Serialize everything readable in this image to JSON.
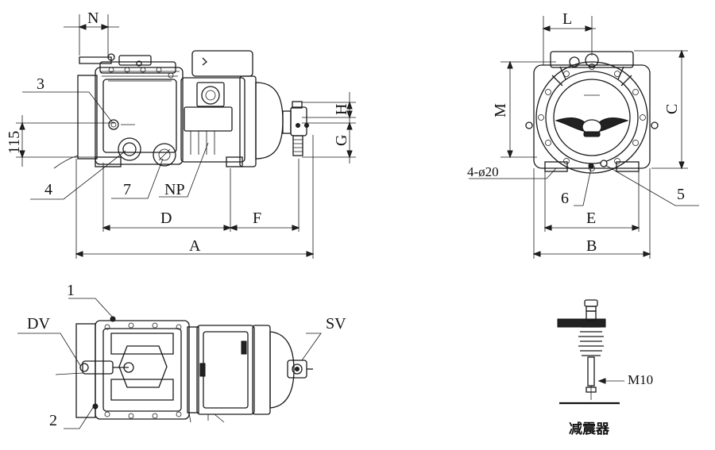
{
  "labels": {
    "N": "N",
    "L": "L",
    "M": "M",
    "C": "C",
    "H": "H",
    "G": "G",
    "dim_115": "115",
    "mount_holes": "4-ø20",
    "D": "D",
    "F": "F",
    "A": "A",
    "E": "E",
    "B": "B",
    "callout_1": "1",
    "callout_2": "2",
    "callout_3": "3",
    "callout_4": "4",
    "callout_5": "5",
    "callout_6": "6",
    "callout_7": "7",
    "callout_NP": "NP",
    "DV": "DV",
    "SV": "SV",
    "M10": "M10",
    "damper_caption": "减震器"
  }
}
